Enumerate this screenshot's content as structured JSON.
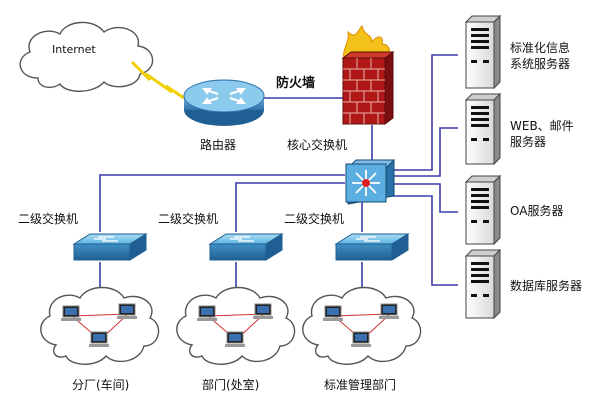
{
  "internet": "Internet",
  "router": "路由器",
  "firewall": "防火墙",
  "core_switch": "核心交换机",
  "servers": [
    {
      "line1": "标准化信息",
      "line2": "系统服务器"
    },
    {
      "line1": "WEB、邮件",
      "line2": "服务器"
    },
    {
      "line1": "OA服务器",
      "line2": ""
    },
    {
      "line1": "数据库服务器",
      "line2": ""
    }
  ],
  "branches": [
    {
      "switch_label": "二级交换机",
      "dept_label": "分厂(车间)"
    },
    {
      "switch_label": "二级交换机",
      "dept_label": "部门(处室)"
    },
    {
      "switch_label": "二级交换机",
      "dept_label": "标准管理部门"
    }
  ],
  "colors": {
    "link": "#3b3ba8",
    "switch": "#4aa3d6",
    "cloud_stroke": "#555555",
    "firewall_brick": "#b01818",
    "flame": "#f2c21a",
    "lightning": "#f0d000"
  }
}
